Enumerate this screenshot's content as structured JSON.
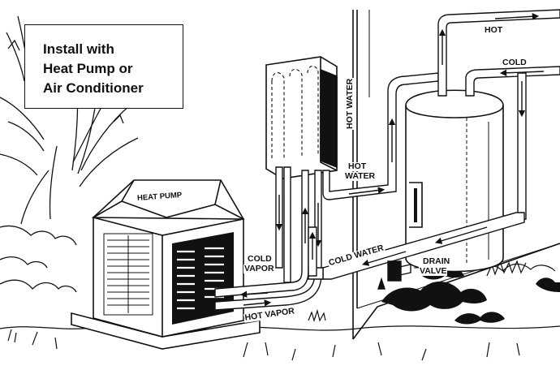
{
  "callout": {
    "lines": [
      "Install with",
      "Heat Pump or",
      "Air Conditioner"
    ]
  },
  "labels": {
    "hot": "HOT",
    "cold": "COLD",
    "hot_water_vertical": "HOT WATER",
    "hot_water_top": "HOT",
    "hot_water_bottom": "WATER",
    "heat_pump": "HEAT PUMP",
    "cold_vapor_top": "COLD",
    "cold_vapor_bottom": "VAPOR",
    "cold_water": "COLD WATER",
    "drain_valve_top": "DRAIN",
    "drain_valve_bottom": "VALVE",
    "hot_vapor": "HOT VAPOR"
  }
}
